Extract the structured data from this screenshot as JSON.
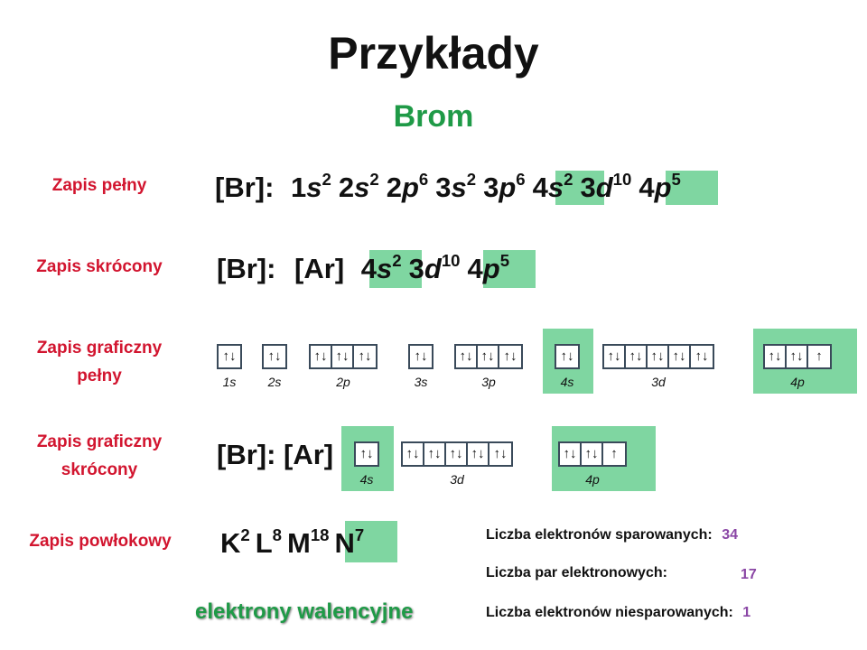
{
  "title": "Przykłady",
  "subtitle": "Brom",
  "labels": {
    "full": "Zapis pełny",
    "short": "Zapis skrócony",
    "graph_full_1": "Zapis graficzny",
    "graph_full_2": "pełny",
    "graph_short_1": "Zapis graficzny",
    "graph_short_2": "skrócony",
    "shell": "Zapis powłokowy"
  },
  "prefix": {
    "br": "[Br]:",
    "ar": "[Ar]",
    "br_ar": "[Br]: [Ar]"
  },
  "full_config": [
    {
      "n": "1",
      "l": "s",
      "e": "2"
    },
    {
      "n": "2",
      "l": "s",
      "e": "2"
    },
    {
      "n": "2",
      "l": "p",
      "e": "6"
    },
    {
      "n": "3",
      "l": "s",
      "e": "2"
    },
    {
      "n": "3",
      "l": "p",
      "e": "6"
    },
    {
      "n": "4",
      "l": "s",
      "e": "2"
    },
    {
      "n": "3",
      "l": "d",
      "e": "10"
    },
    {
      "n": "4",
      "l": "p",
      "e": "5"
    }
  ],
  "short_config": [
    {
      "n": "4",
      "l": "s",
      "e": "2"
    },
    {
      "n": "3",
      "l": "d",
      "e": "10"
    },
    {
      "n": "4",
      "l": "p",
      "e": "5"
    }
  ],
  "orbitals_full": [
    {
      "label": "1s",
      "cells": [
        "↑↓"
      ]
    },
    {
      "label": "2s",
      "cells": [
        "↑↓"
      ]
    },
    {
      "label": "2p",
      "cells": [
        "↑↓",
        "↑↓",
        "↑↓"
      ]
    },
    {
      "label": "3s",
      "cells": [
        "↑↓"
      ]
    },
    {
      "label": "3p",
      "cells": [
        "↑↓",
        "↑↓",
        "↑↓"
      ]
    },
    {
      "label": "4s",
      "cells": [
        "↑↓"
      ]
    },
    {
      "label": "3d",
      "cells": [
        "↑↓",
        "↑↓",
        "↑↓",
        "↑↓",
        "↑↓"
      ]
    },
    {
      "label": "4p",
      "cells": [
        "↑↓",
        "↑↓",
        "↑"
      ]
    }
  ],
  "orbitals_short": [
    {
      "label": "4s",
      "cells": [
        "↑↓"
      ]
    },
    {
      "label": "3d",
      "cells": [
        "↑↓",
        "↑↓",
        "↑↓",
        "↑↓",
        "↑↓"
      ]
    },
    {
      "label": "4p",
      "cells": [
        "↑↓",
        "↑↓",
        "↑"
      ]
    }
  ],
  "shells": [
    {
      "s": "K",
      "e": "2"
    },
    {
      "s": "L",
      "e": "8"
    },
    {
      "s": "M",
      "e": "18"
    },
    {
      "s": "N",
      "e": "7"
    }
  ],
  "stats": {
    "paired_label": "Liczba elektronów sparowanych:",
    "paired_value": "34",
    "pairs_label": "Liczba par elektronowych:",
    "pairs_value": "17",
    "unpaired_label": "Liczba elektronów niesparowanych:",
    "unpaired_value": "1"
  },
  "valence": "elektrony walencyjne",
  "colors": {
    "highlight": "#7fd6a1",
    "label_red": "#d2152f",
    "green": "#1f9a47",
    "purple": "#8a46a5"
  }
}
